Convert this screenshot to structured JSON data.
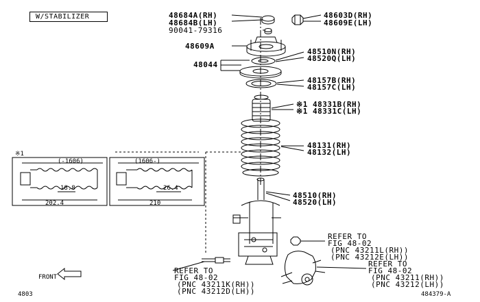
{
  "header": {
    "variant": "W/STABILIZER"
  },
  "parts": {
    "p48684A": "48684A(RH)",
    "p48684B": "48684B(LH)",
    "p90041": "90041-79316",
    "p48603D": "48603D(RH)",
    "p48609E": "48609E(LH)",
    "p48609A": "48609A",
    "p48510N": "48510N(RH)",
    "p48520Q": "48520Q(LH)",
    "p48044": "48044",
    "p48157B": "48157B(RH)",
    "p48157C": "48157C(LH)",
    "p48331B": "※1 48331B(RH)",
    "p48331C": "※1 48331C(LH)",
    "p48131": "48131(RH)",
    "p48132": "48132(LH)",
    "p48510": "48510(RH)",
    "p48520": "48520(LH)"
  },
  "refs": {
    "right_upper": [
      "REFER TO",
      "FIG 48-02",
      "(PNC 43211L(RH))",
      "(PNC 43212E(LH))"
    ],
    "right_lower": [
      "REFER TO",
      "FIG 48-02",
      "(PNC 43211(RH))",
      "(PNC 43212(LH))"
    ],
    "left_lower": [
      "REFER TO",
      "FIG 48-02",
      "(PNC 43211K(RH))",
      "(PNC 43212D(LH))"
    ]
  },
  "inset": {
    "mark": "※1",
    "left": {
      "code": "(-1606)",
      "dim_small": "18.8",
      "dim_total": "202.4"
    },
    "right": {
      "code": "(1606-)",
      "dim_small": "26.4",
      "dim_total": "210"
    }
  },
  "footer": {
    "front": "FRONT",
    "page": "4803",
    "figure": "484379-A"
  }
}
